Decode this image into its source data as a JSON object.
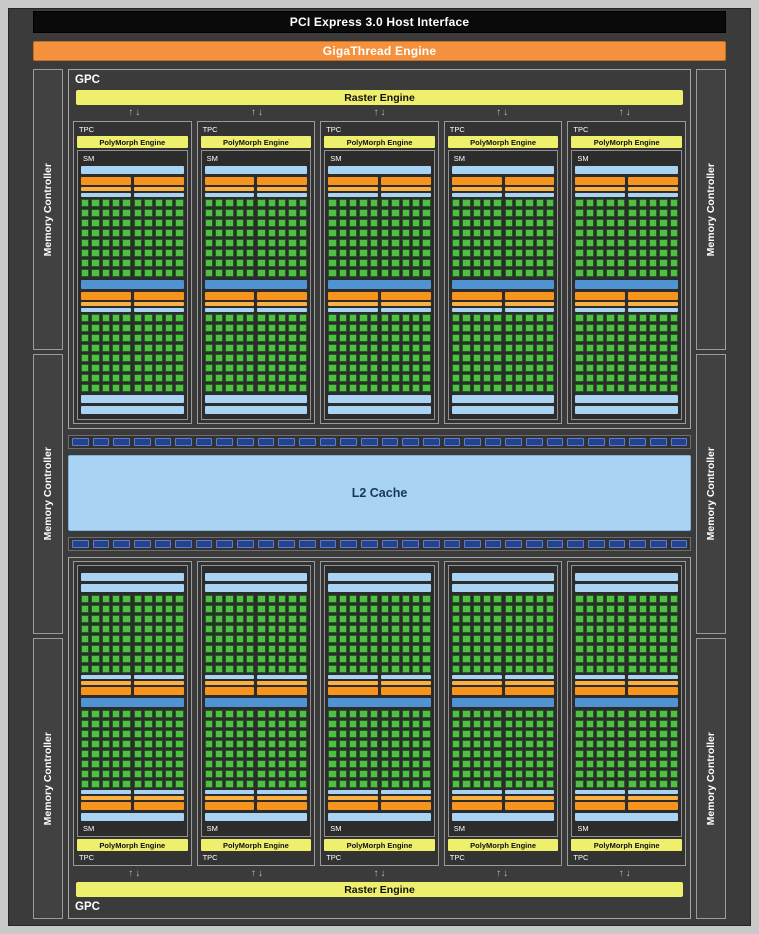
{
  "host_interface": {
    "label": "PCI Express 3.0 Host Interface"
  },
  "gigathread": {
    "label": "GigaThread Engine"
  },
  "memory_controller": {
    "label": "Memory Controller",
    "count_per_side": 3
  },
  "l2_cache": {
    "label": "L2 Cache"
  },
  "memory_interface": {
    "strip_count": 2,
    "cells_per_strip": 30
  },
  "icons": {
    "up_arrow": "↑",
    "down_arrow": "↓"
  },
  "gpc": {
    "label": "GPC",
    "count": 2,
    "raster_engine": "Raster Engine",
    "tpc": {
      "label": "TPC",
      "polymorph_engine": "PolyMorph Engine",
      "count_per_gpc": 5
    },
    "sm": {
      "label": "SM",
      "sections_per_sm": 2,
      "halves_per_section": 2,
      "core_grid": {
        "rows": 8,
        "cols": 5
      }
    }
  },
  "colors": {
    "chip_background": "#3b3b3b",
    "frame": "#c9c9c9",
    "host_bar": "#0a0a0a",
    "orange": "#f7941e",
    "gigathread_orange": "#f5913c",
    "yellow": "#edef6d",
    "light_blue": "#a9d3f2",
    "mid_blue": "#4f93d2",
    "dark_blue_cell": "#24438c",
    "core_green": "#50bf44",
    "text_white": "#ffffff",
    "text_black": "#111111"
  }
}
